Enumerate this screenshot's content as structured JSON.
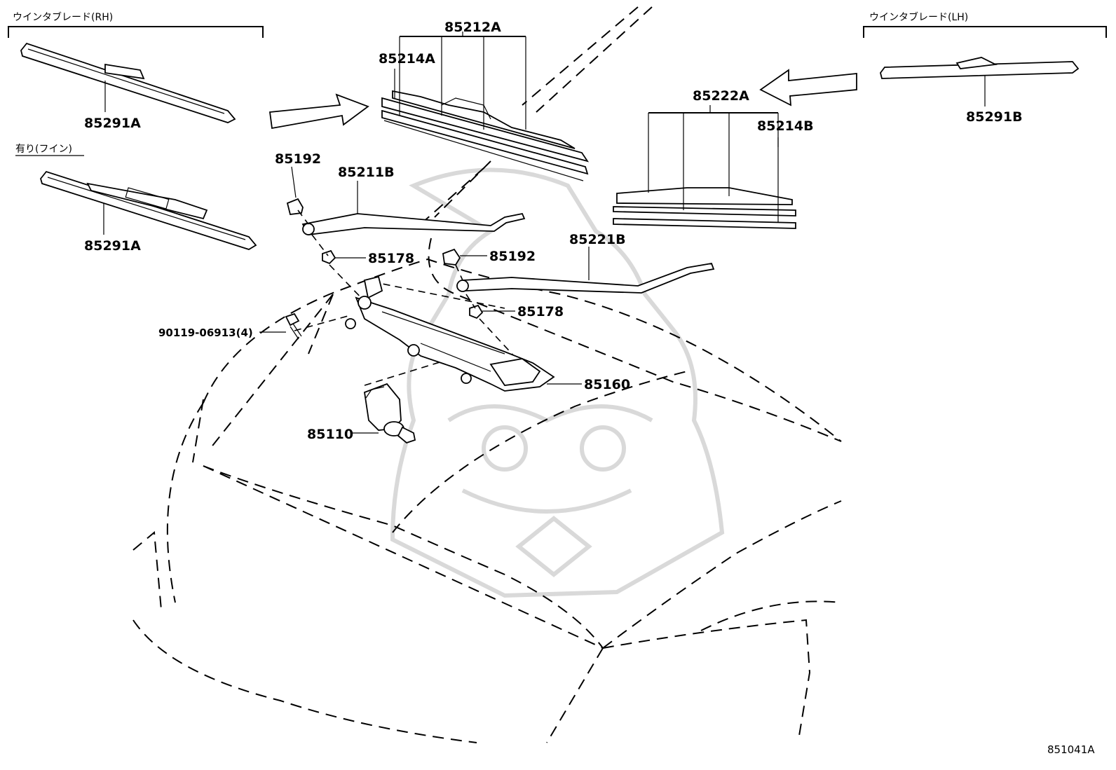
{
  "labels": {
    "blade_rh_title": "ウインタブレード(RH)",
    "blade_lh_title": "ウインタブレード(LH)",
    "fin_title": "有り(フイン)",
    "p85291A_top": "85291A",
    "p85291A_bottom": "85291A",
    "p85291B": "85291B",
    "p85212A": "85212A",
    "p85214A": "85214A",
    "p85222A": "85222A",
    "p85214B": "85214B",
    "p85192_left": "85192",
    "p85192_right": "85192",
    "p85211B": "85211B",
    "p85221B": "85221B",
    "p85178_left": "85178",
    "p85178_right": "85178",
    "p90119": "90119-06913(4)",
    "p85160": "85160",
    "p85110": "85110",
    "figure_code": "851041A"
  },
  "icons": [
    "arrow-right-icon",
    "arrow-left-icon",
    "watermark-samurai-icon"
  ]
}
